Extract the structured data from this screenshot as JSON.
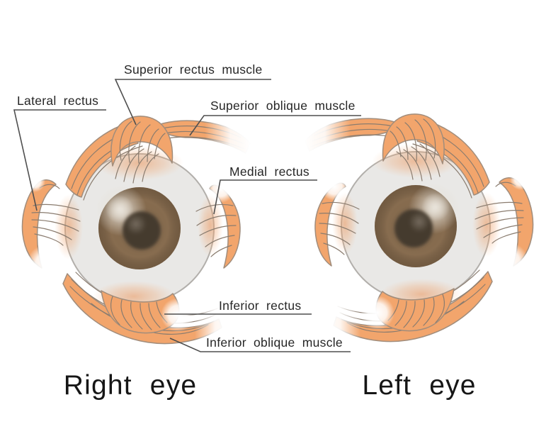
{
  "diagram": {
    "titles": {
      "right_eye": "Right eye",
      "left_eye": "Left eye"
    },
    "labels": {
      "superior_rectus": "Superior rectus muscle",
      "lateral_rectus": "Lateral rectus",
      "superior_oblique": "Superior oblique muscle",
      "medial_rectus": "Medial rectus",
      "inferior_rectus": "Inferior rectus",
      "inferior_oblique": "Inferior oblique muscle"
    },
    "colors": {
      "bg": "#ffffff",
      "muscle": "#f2a56c",
      "muscle_line": "#8a7c6f",
      "muscle_outline": "#a18d7c",
      "sclera": "#e9e8e6",
      "sclera_line": "#b2afab",
      "iris": "#876c4f",
      "pupil": "#453a2d",
      "leader": "#4f4f4f",
      "label_text": "#262626",
      "title_text": "#161616"
    }
  }
}
